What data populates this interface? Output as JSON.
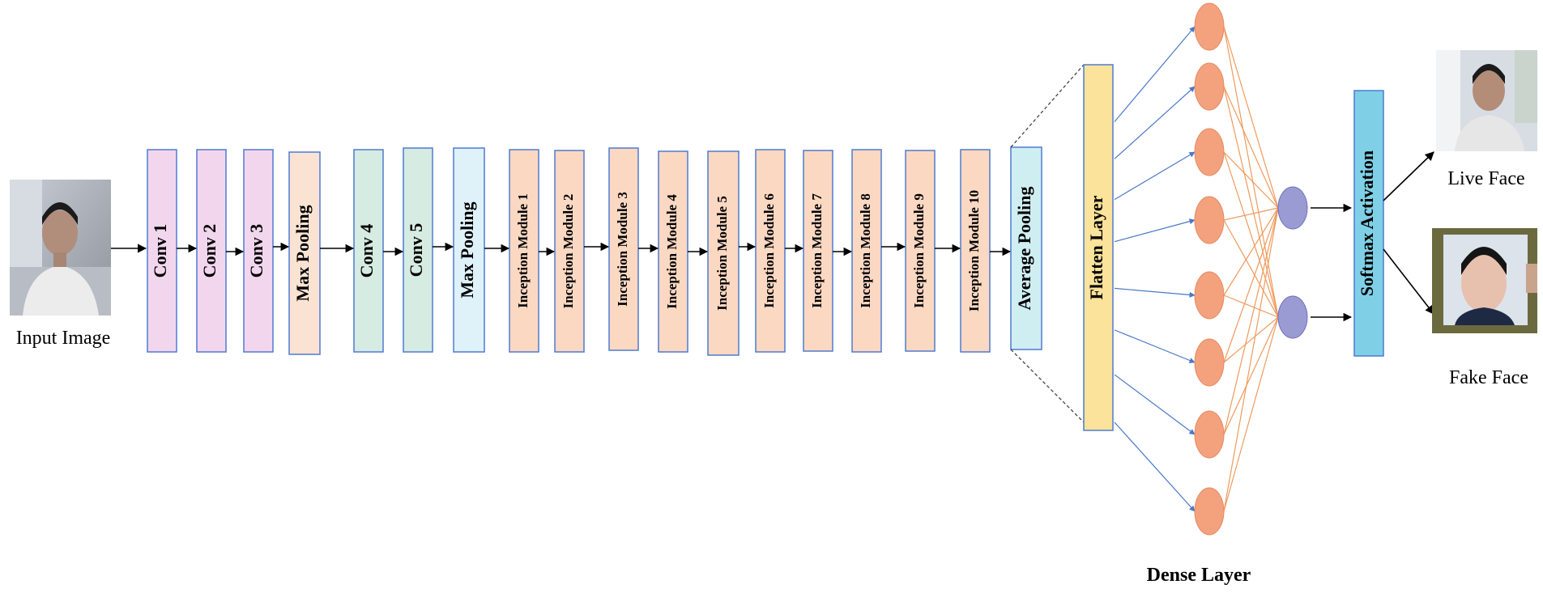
{
  "input": {
    "caption": "Input  Image",
    "photo": "person-face-photo"
  },
  "layers": [
    {
      "label": "Conv 1",
      "kind": "conv",
      "fill": "#f2d6ee",
      "stroke": "#4f7bd1"
    },
    {
      "label": "Conv 2",
      "kind": "conv",
      "fill": "#f2d6ee",
      "stroke": "#4f7bd1"
    },
    {
      "label": "Conv 3",
      "kind": "conv",
      "fill": "#f2d6ee",
      "stroke": "#4f7bd1"
    },
    {
      "label": "Max Pooling",
      "kind": "pool",
      "fill": "#fbe3d3",
      "stroke": "#4f7bd1"
    },
    {
      "label": "Conv 4",
      "kind": "conv",
      "fill": "#d6ebe1",
      "stroke": "#4f7bd1"
    },
    {
      "label": "Conv 5",
      "kind": "conv",
      "fill": "#d6ebe1",
      "stroke": "#4f7bd1"
    },
    {
      "label": "Max Pooling",
      "kind": "pool",
      "fill": "#dff2fa",
      "stroke": "#4f7bd1"
    },
    {
      "label": "Inception  Module  1",
      "kind": "inception",
      "fill": "#fbd8c2",
      "stroke": "#4f7bd1"
    },
    {
      "label": "Inception  Module  2",
      "kind": "inception",
      "fill": "#fbd8c2",
      "stroke": "#4f7bd1"
    },
    {
      "label": "Inception  Module  3",
      "kind": "inception",
      "fill": "#fbd8c2",
      "stroke": "#4f7bd1"
    },
    {
      "label": "Inception  Module  4",
      "kind": "inception",
      "fill": "#fbd8c2",
      "stroke": "#4f7bd1"
    },
    {
      "label": "Inception  Module  5",
      "kind": "inception",
      "fill": "#fbd8c2",
      "stroke": "#4f7bd1"
    },
    {
      "label": "Inception  Module  6",
      "kind": "inception",
      "fill": "#fbd8c2",
      "stroke": "#4f7bd1"
    },
    {
      "label": "Inception  Module  7",
      "kind": "inception",
      "fill": "#fbd8c2",
      "stroke": "#4f7bd1"
    },
    {
      "label": "Inception  Module  8",
      "kind": "inception",
      "fill": "#fbd8c2",
      "stroke": "#4f7bd1"
    },
    {
      "label": "Inception  Module  9",
      "kind": "inception",
      "fill": "#fbd8c2",
      "stroke": "#4f7bd1"
    },
    {
      "label": "Inception  Module  10",
      "kind": "inception",
      "fill": "#fbd8c2",
      "stroke": "#4f7bd1"
    },
    {
      "label": "Average  Pooling",
      "kind": "pool",
      "fill": "#cfeef2",
      "stroke": "#4f7bd1"
    }
  ],
  "flatten": {
    "label": "Flatten Layer",
    "fill": "#fbe39b",
    "stroke": "#4f7bd1"
  },
  "dense": {
    "caption": "Dense Layer",
    "hidden_count": 8,
    "output_count": 2,
    "hidden_fill": "#f4a27e",
    "output_fill": "#9b9bd4",
    "in_edge_color": "#4a78c8",
    "mesh_edge_color": "#f09a5c"
  },
  "softmax": {
    "label": "Softmax Activation",
    "fill": "#7fd0e6",
    "stroke": "#4f7bd1"
  },
  "outputs": [
    {
      "caption": "Live Face",
      "photo": "live-face-photo"
    },
    {
      "caption": "Fake Face",
      "photo": "fake-face-photo"
    }
  ]
}
